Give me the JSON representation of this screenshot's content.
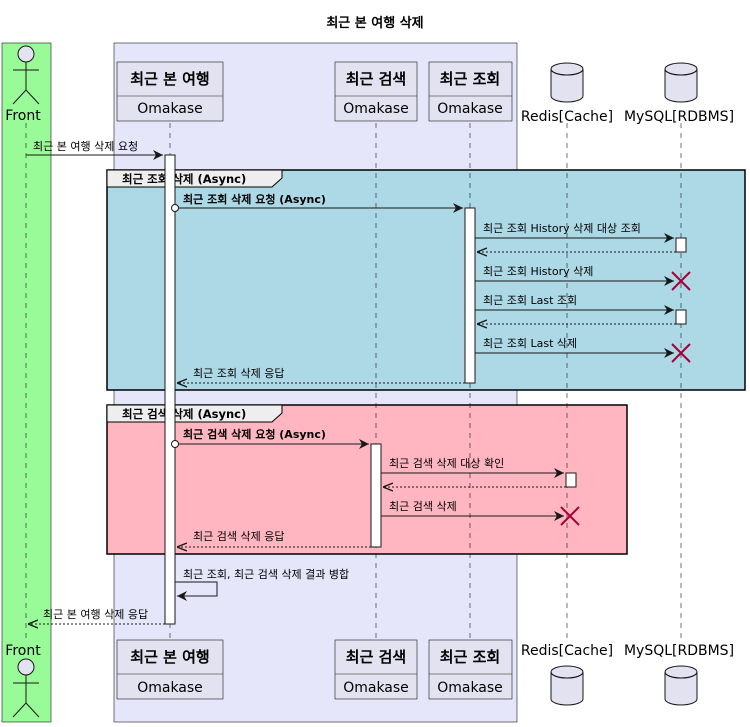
{
  "title": "최근 본 여행 삭제",
  "participants": {
    "front": {
      "label": "Front"
    },
    "recent_trip": {
      "name": "최근 본 여행",
      "stereotype": "Omakase"
    },
    "recent_search": {
      "name": "최근 검색",
      "stereotype": "Omakase"
    },
    "recent_view": {
      "name": "최근 조회",
      "stereotype": "Omakase"
    },
    "redis": {
      "label": "Redis[Cache]"
    },
    "mysql": {
      "label": "MySQL[RDBMS]"
    }
  },
  "groups": {
    "view_group": {
      "label": "최근 조회 삭제 (Async)",
      "color": "#ADD8E6"
    },
    "search_group": {
      "label": "최근 검색 삭제 (Async)",
      "color": "#FFB6C1"
    }
  },
  "messages": {
    "m1": "최근 본 여행 삭제 요청",
    "m2": "최근 조회 삭제 요청 (Async)",
    "m3": "최근 조회 History 삭제 대상 조회",
    "m4": "최근 조회 History 삭제",
    "m5": "최근 조회 Last 조회",
    "m6": "최근 조회 Last 삭제",
    "m7": "최근 조회 삭제 응답",
    "m8": "최근 검색 삭제 요청 (Async)",
    "m9": "최근 검색 삭제 대상 확인",
    "m10": "최근 검색 삭제",
    "m11": "최근 검색 삭제 응답",
    "m12": "최근 조회, 최근 검색 삭제 결과 병합",
    "m13": "최근 본 여행 삭제 응답"
  },
  "colors": {
    "front_box": "#98FB98",
    "omakase_box": "#E6E6FA",
    "participant_fill": "#E2E2F0",
    "line": "#181818",
    "destroy": "#A80036"
  }
}
